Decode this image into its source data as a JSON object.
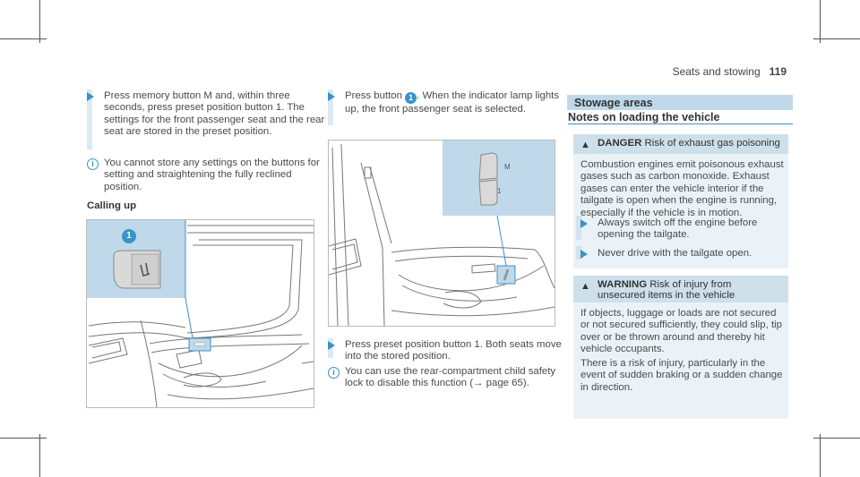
{
  "header": {
    "section": "Seats and stowing",
    "page": "119"
  },
  "col1": {
    "step1": "Press memory button M and, within three seconds, press preset position button 1. The settings for the front passenger seat and the rear seat are stored in the preset position.",
    "note1": "You cannot store any settings on the buttons for setting and straightening the fully reclined position.",
    "calling_up": "Calling up",
    "fig_badge": "1"
  },
  "col2": {
    "step1_a": "Press button",
    "step1_badge": "1",
    "step1_b": ". When the indicator lamp lights up, the front passenger seat is selected.",
    "fig_m": "M",
    "fig_1": "1",
    "step2": "Press preset position button 1. Both seats move into the stored position.",
    "note1": "You can use the rear-compartment child safety lock to disable this function (→ page 65)."
  },
  "col3": {
    "section_title": "Stowage areas",
    "subhead": "Notes on loading the vehicle",
    "danger": {
      "label": "DANGER",
      "title": "Risk of exhaust gas poisoning",
      "body": "Combustion engines emit poisonous exhaust gases such as carbon monoxide. Exhaust gases can enter the vehicle interior if the tailgate is open when the engine is running, especially if the vehicle is in motion.",
      "step1": "Always switch off the engine before opening the tailgate.",
      "step2": "Never drive with the tailgate open."
    },
    "warning": {
      "label": "WARNING",
      "title": "Risk of injury from unsecured items in the vehicle",
      "body1": "If objects, luggage or loads are not secured or not secured sufficiently, they could slip, tip over or be thrown around and thereby hit vehicle occupants.",
      "body2": "There is a risk of injury, particularly in the event of sudden braking or a sudden change in direction."
    }
  },
  "colors": {
    "accent": "#3a92c8",
    "section_bar": "#bfd9ea",
    "box_bg": "#eaf2f8"
  }
}
